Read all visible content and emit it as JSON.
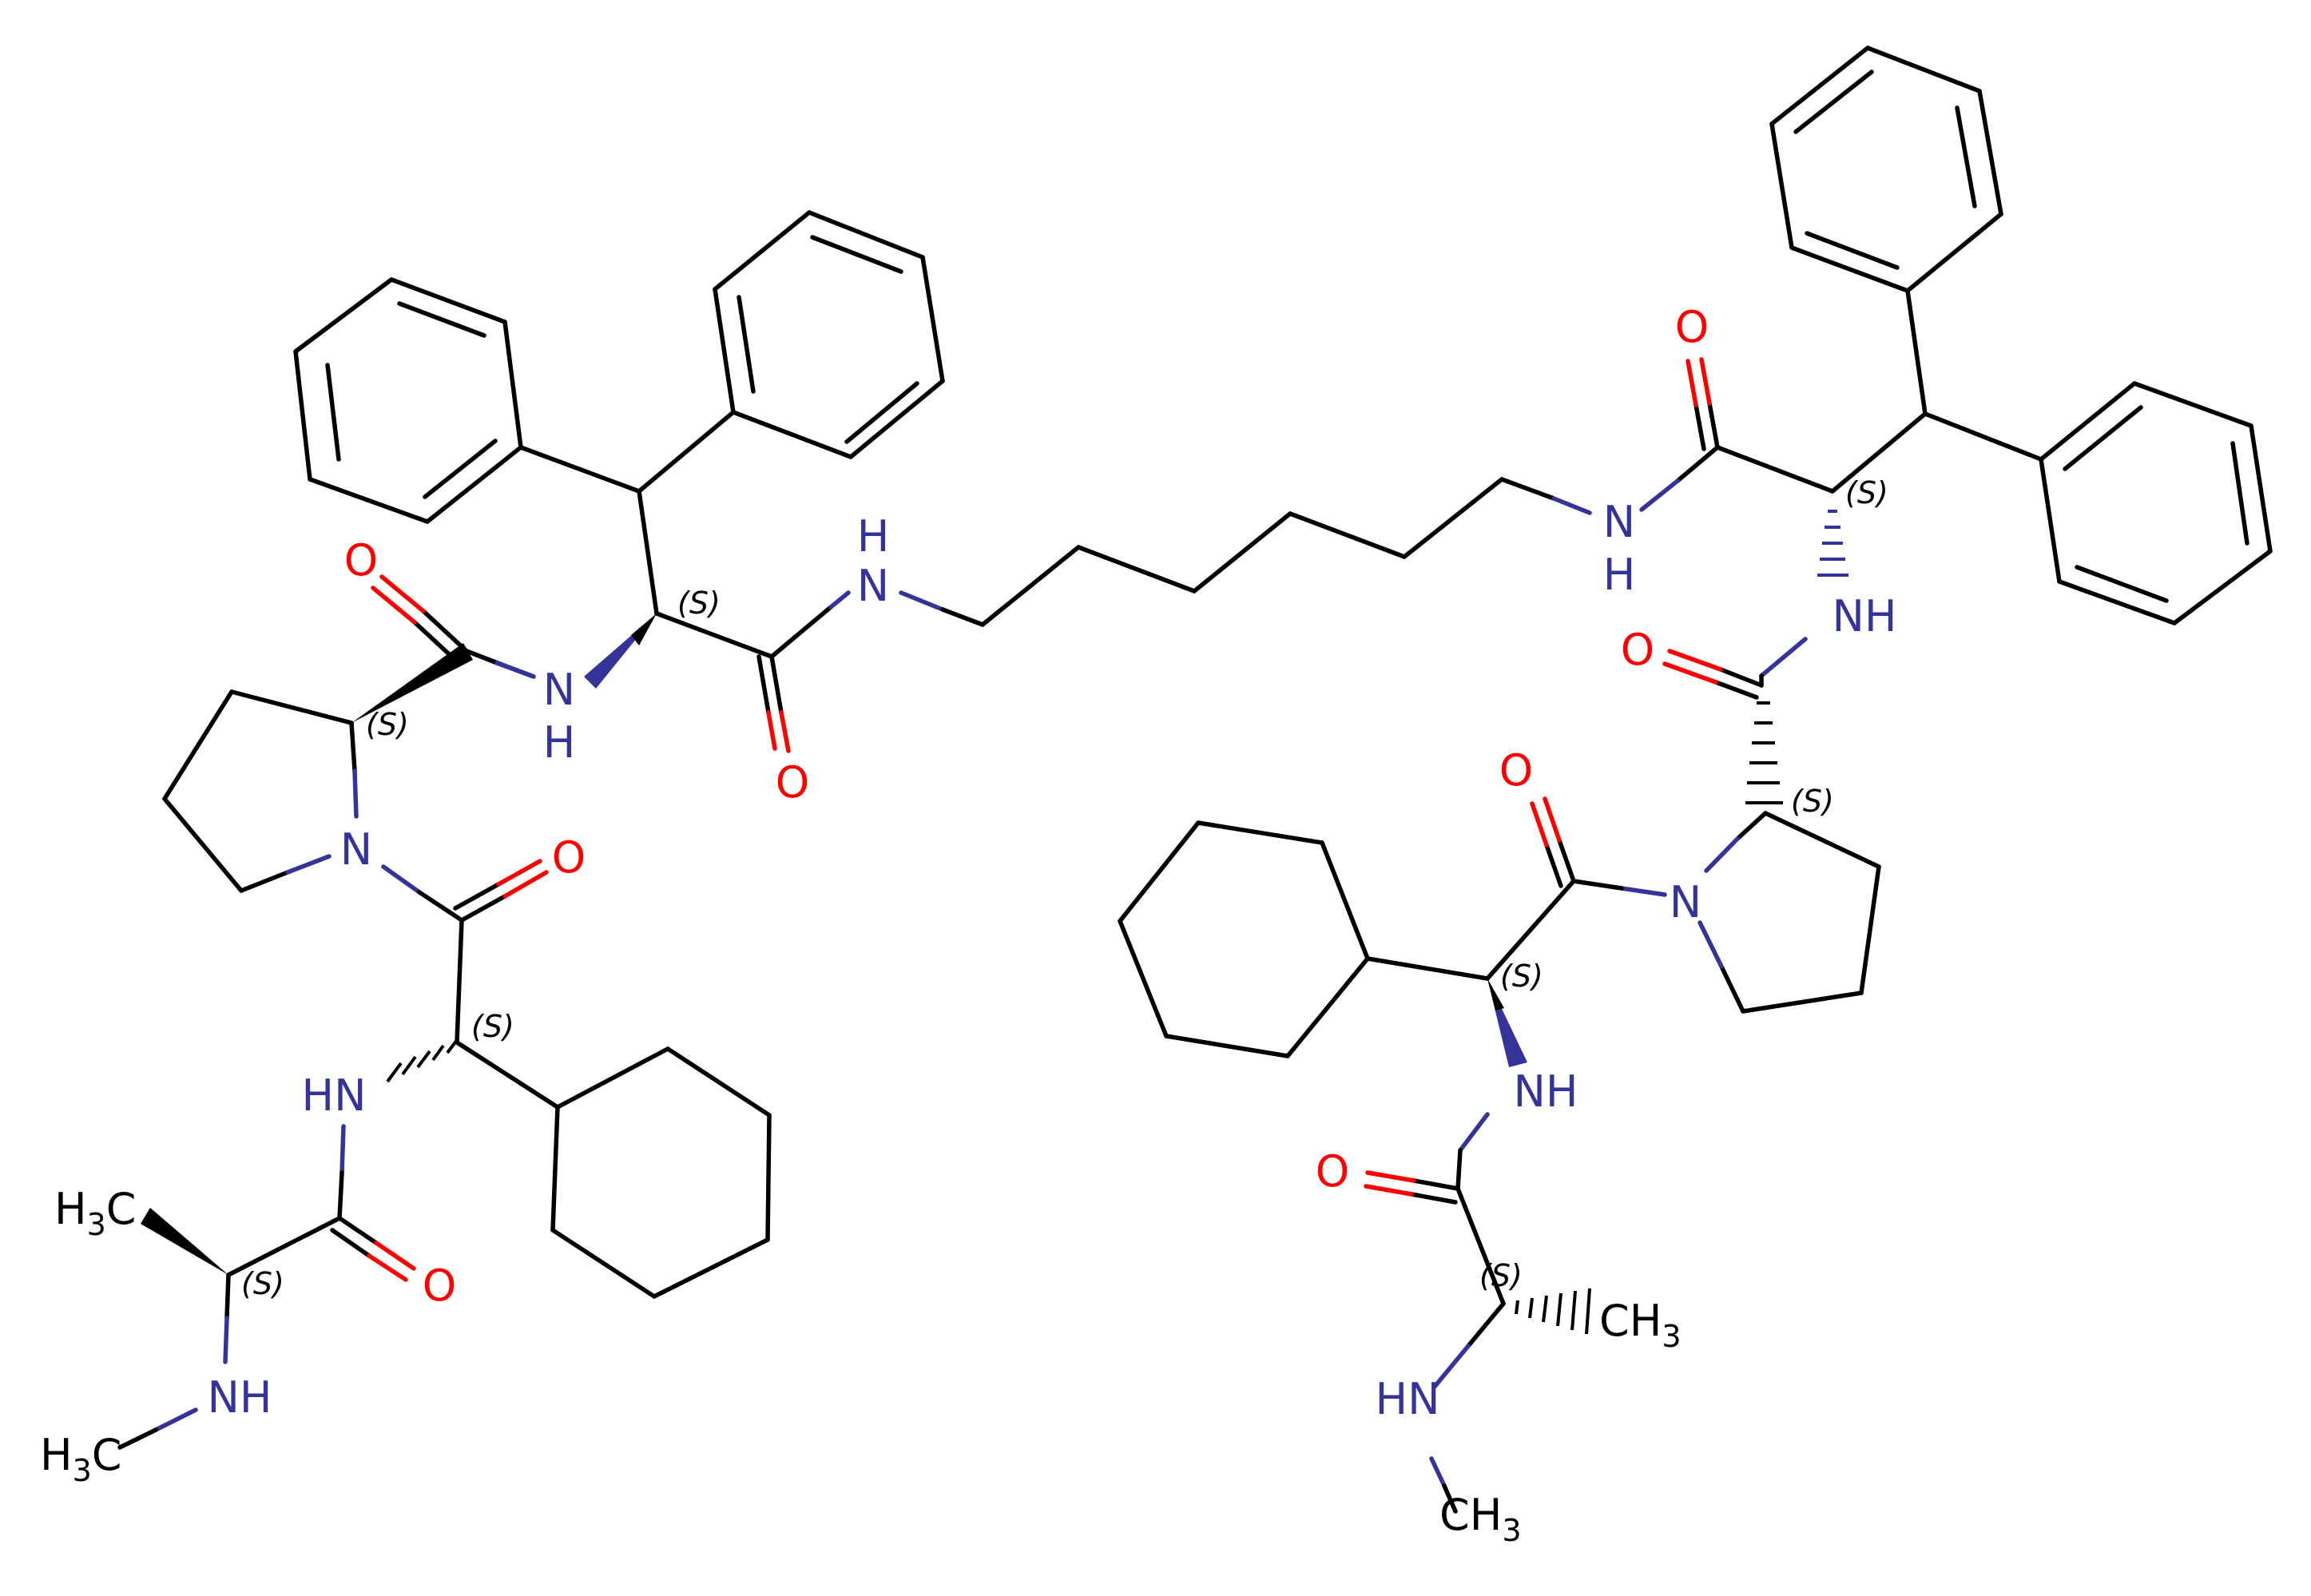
{
  "colors": {
    "bond": "#000000",
    "nitrogen": "#33339a",
    "oxygen": "#ff0000",
    "carbon": "#000000"
  },
  "atom_labels": [
    {
      "id": "o_pro1",
      "text": "O",
      "el": "O"
    },
    {
      "id": "nh_amide1",
      "text": "N",
      "el": "N"
    },
    {
      "id": "h_amide1",
      "text": "H",
      "el": "N"
    },
    {
      "id": "h_amide2",
      "text": "H",
      "el": "N"
    },
    {
      "id": "n_amide2",
      "text": "N",
      "el": "N"
    },
    {
      "id": "o_amide2",
      "text": "O",
      "el": "O"
    },
    {
      "id": "n_pro1",
      "text": "N",
      "el": "N"
    },
    {
      "id": "o_pro1_acyl",
      "text": "O",
      "el": "O"
    },
    {
      "id": "hn_chg1",
      "text": "HN",
      "el": "N"
    },
    {
      "id": "o_ala1",
      "text": "O",
      "el": "O"
    },
    {
      "id": "nh_ala1",
      "text": "NH",
      "el": "N"
    },
    {
      "id": "n_amide3",
      "text": "N",
      "el": "N"
    },
    {
      "id": "h_amide3",
      "text": "H",
      "el": "N"
    },
    {
      "id": "o_amide3",
      "text": "O",
      "el": "O"
    },
    {
      "id": "nh_amide4",
      "text": "NH",
      "el": "N"
    },
    {
      "id": "o_amide4",
      "text": "O",
      "el": "O"
    },
    {
      "id": "o_pro2_acyl",
      "text": "O",
      "el": "O"
    },
    {
      "id": "n_pro2",
      "text": "N",
      "el": "N"
    },
    {
      "id": "nh_chg2",
      "text": "NH",
      "el": "N"
    },
    {
      "id": "o_ala2",
      "text": "O",
      "el": "O"
    },
    {
      "id": "hn_ala2",
      "text": "HN",
      "el": "N"
    }
  ],
  "methyl_labels": [
    {
      "id": "ch3_ala1_side",
      "main": "H",
      "sub": "3",
      "tail": "C"
    },
    {
      "id": "ch3_ala1_nme",
      "main": "H",
      "sub": "3",
      "tail": "C"
    },
    {
      "id": "ch3_ala2_side",
      "main": "CH",
      "sub": "3",
      "tail": ""
    },
    {
      "id": "ch3_ala2_nme",
      "main": "CH",
      "sub": "3",
      "tail": ""
    }
  ],
  "stereo_labels": [
    "(S)",
    "(S)",
    "(S)",
    "(S)",
    "(S)",
    "(S)",
    "(S)",
    "(S)"
  ]
}
